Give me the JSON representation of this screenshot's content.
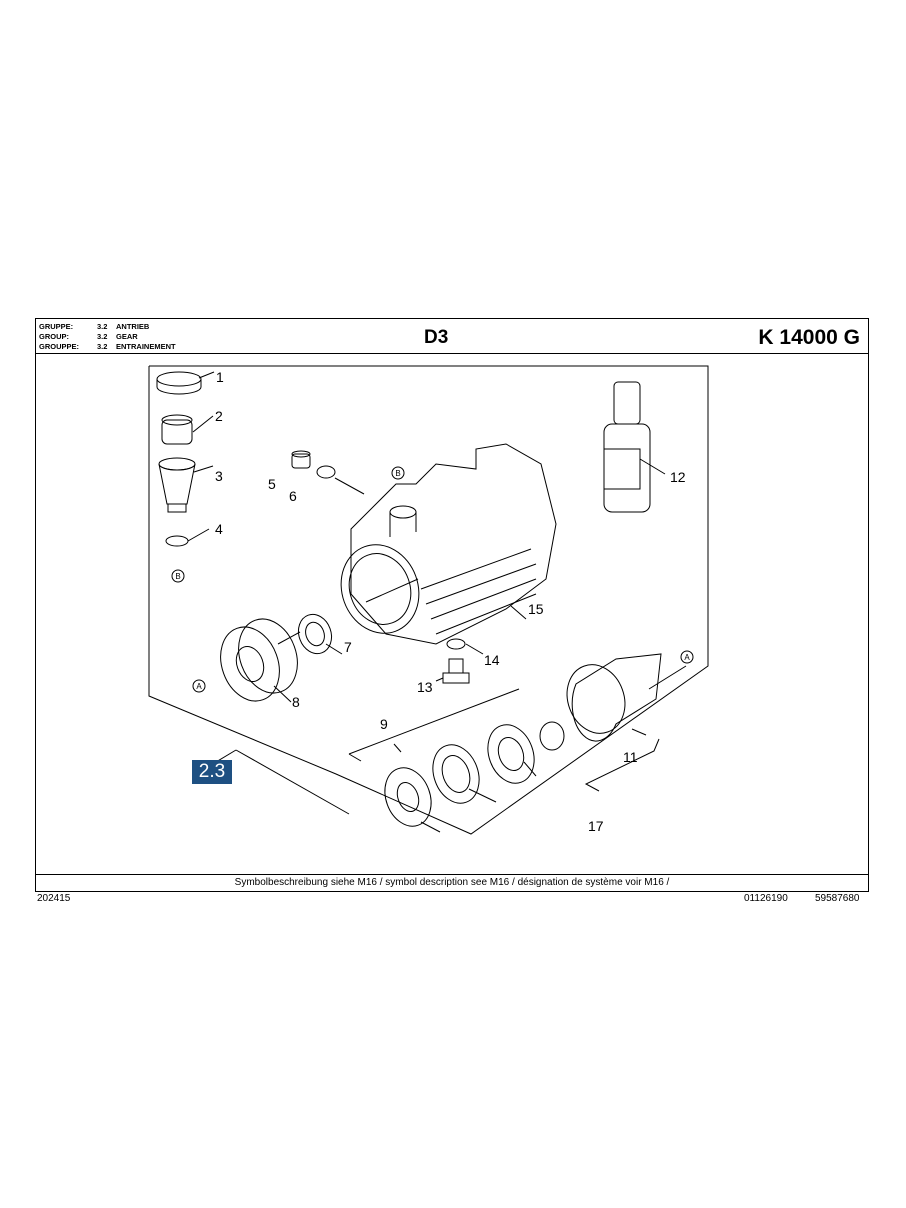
{
  "header": {
    "group_rows": [
      {
        "key": "GRUPPE:",
        "num": "3.2",
        "name": "ANTRIEB"
      },
      {
        "key": "GROUP:",
        "num": "3.2",
        "name": "GEAR"
      },
      {
        "key": "GROUPPE:",
        "num": "3.2",
        "name": "ENTRAINEMENT"
      }
    ],
    "page_code": "D3",
    "model": "K 14000 G"
  },
  "diagram": {
    "part_numbers": [
      "1",
      "2",
      "3",
      "4",
      "5",
      "6",
      "7",
      "8",
      "9",
      "11",
      "12",
      "13",
      "14",
      "15",
      "17"
    ],
    "marker_a": "A",
    "marker_b": "B",
    "reference_badge": "2.3"
  },
  "footer": {
    "note": "Symbolbeschreibung siehe M16 / symbol description see M16 / désignation de système voir M16 /",
    "doc_id": "202415",
    "code1": "01126190",
    "code2": "59587680"
  },
  "colors": {
    "badge": "#1e5082"
  }
}
